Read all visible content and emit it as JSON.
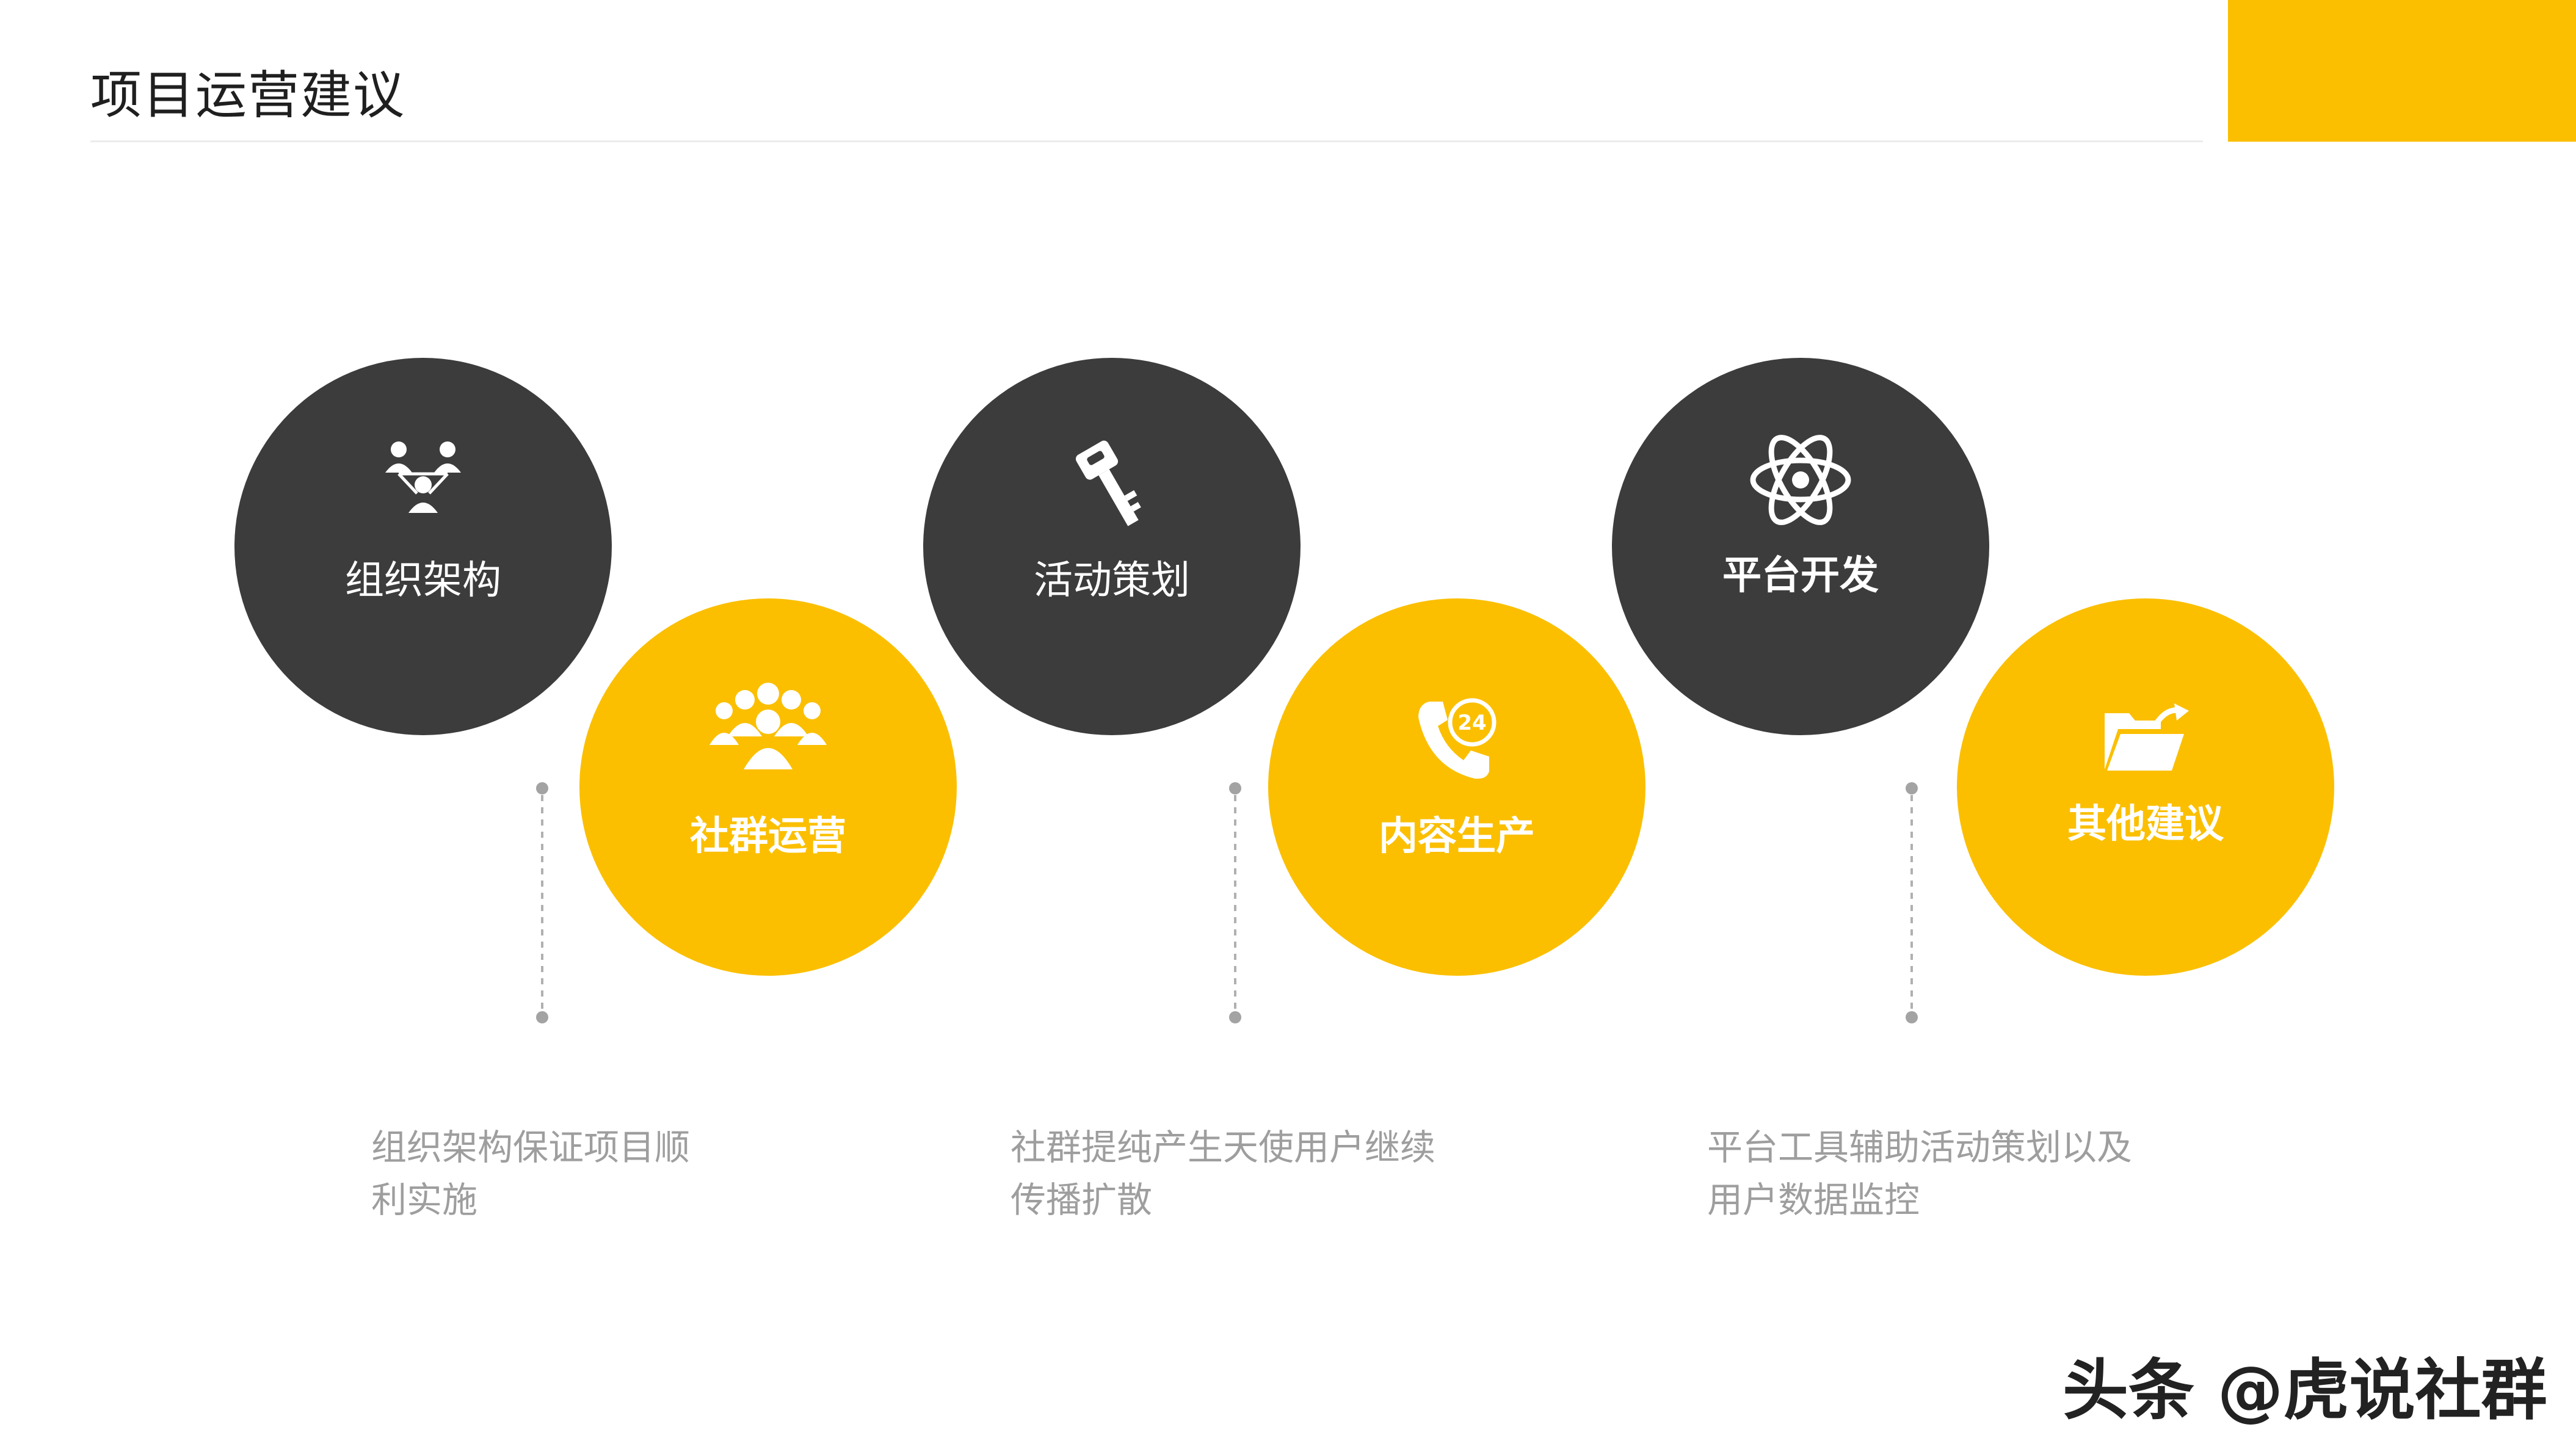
{
  "header": {
    "title": "项目运营建议"
  },
  "steps": [
    {
      "label": "组织架构",
      "icon": "org-structure-icon"
    },
    {
      "label": "社群运营",
      "icon": "community-group-icon"
    },
    {
      "label": "活动策划",
      "icon": "key-icon"
    },
    {
      "label": "内容生产",
      "icon": "phone-24h-icon"
    },
    {
      "label": "平台开发",
      "icon": "atom-icon"
    },
    {
      "label": "其他建议",
      "icon": "folder-export-icon"
    }
  ],
  "descriptions": [
    {
      "line1": "组织架构保证项目顺",
      "line2": "利实施"
    },
    {
      "line1": "社群提纯产生天使用户继续",
      "line2": "传播扩散"
    },
    {
      "line1": "平台工具辅助活动策划以及",
      "line2": "用户数据监控"
    }
  ],
  "watermark": "头条 @虎说社群",
  "colors": {
    "accent": "#FBBF00",
    "dark": "#3C3C3C",
    "muted_text": "#9E9E9E"
  }
}
